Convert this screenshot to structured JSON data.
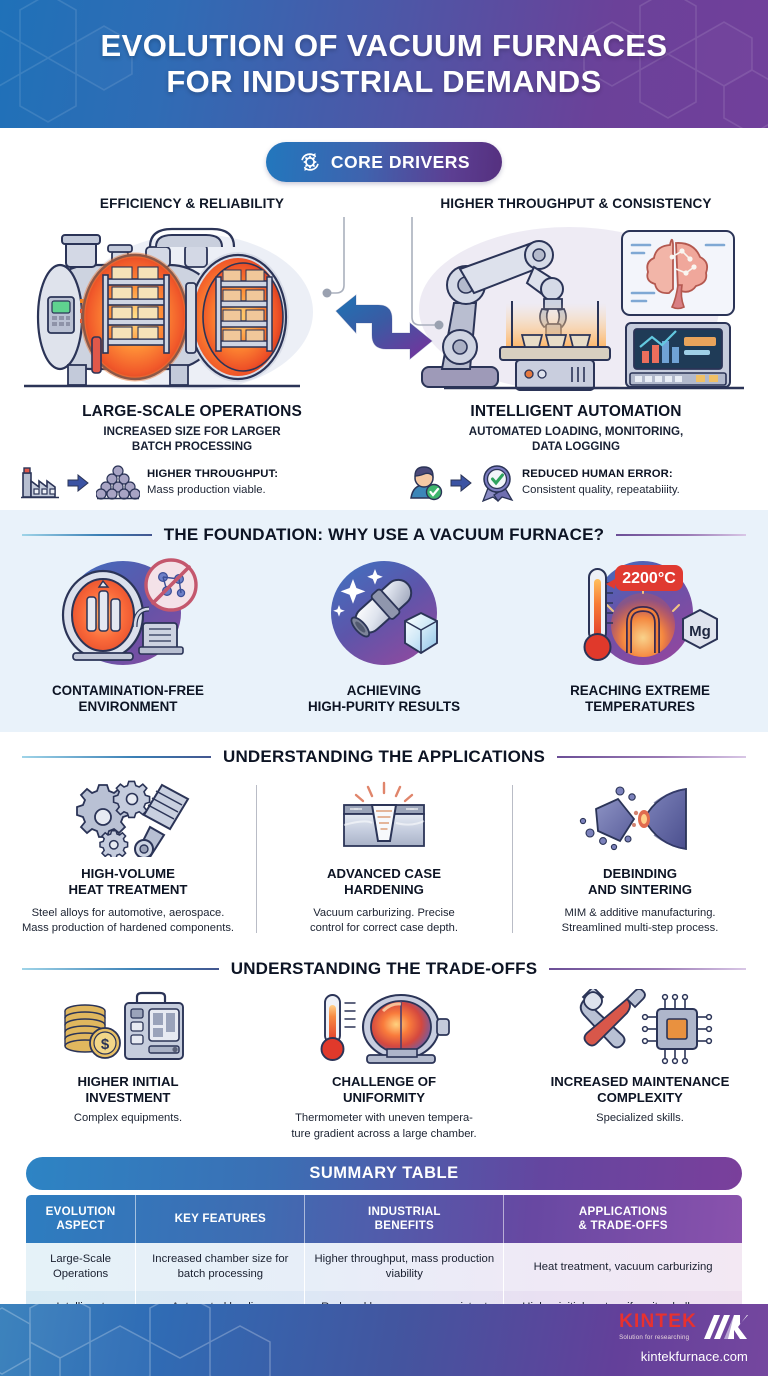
{
  "header": {
    "title_line1": "EVOLUTION OF VACUUM FURNACES",
    "title_line2": "FOR INDUSTRIAL DEMANDS",
    "gradient_start": "#1f71b8",
    "gradient_end": "#71409b"
  },
  "core_drivers": {
    "badge_label": "CORE DRIVERS",
    "badge_icon": "gear-refresh-icon",
    "columns": [
      {
        "heading": "EFFICIENCY & RELIABILITY",
        "illustration": "vacuum-furnace-illustration",
        "title": "LARGE-SCALE OPERATIONS",
        "subtitle_line1": "INCREASED SIZE FOR LARGER",
        "subtitle_line2": "BATCH PROCESSING",
        "bullet_icon_from": "factory-icon",
        "bullet_icon_to": "stacked-parts-icon",
        "bullet_title": "HIGHER THROUGHPUT:",
        "bullet_desc": "Mass production viable."
      },
      {
        "heading": "HIGHER THROUGHPUT & CONSISTENCY",
        "illustration": "robotic-automation-illustration",
        "title": "INTELLIGENT AUTOMATION",
        "subtitle_line1": "AUTOMATED LOADING, MONITORING,",
        "subtitle_line2": "DATA LOGGING",
        "bullet_icon_from": "operator-check-icon",
        "bullet_icon_to": "quality-ribbon-icon",
        "bullet_title": "REDUCED HUMAN ERROR:",
        "bullet_desc": "Consistent quality, repeatabiiity."
      }
    ]
  },
  "foundation": {
    "title": "THE FOUNDATION: WHY USE A VACUUM FURNACE?",
    "background": "#e9f2fa",
    "items": [
      {
        "icon": "contamination-free-chamber-icon",
        "caption_line1": "CONTAMINATION-FREE",
        "caption_line2": "ENVIRONMENT"
      },
      {
        "icon": "high-purity-crystal-icon",
        "caption_line1": "ACHIEVING",
        "caption_line2": "HIGH-PURITY RESULTS"
      },
      {
        "icon": "extreme-temperature-icon",
        "caption_line1": "REACHING EXTREME",
        "caption_line2": "TEMPERATURES",
        "temperature_badge": "2200°C",
        "element_badge": "Mg"
      }
    ]
  },
  "applications": {
    "title": "UNDERSTANDING THE APPLICATIONS",
    "items": [
      {
        "icon": "gears-piston-icon",
        "title_line1": "HIGH-VOLUME",
        "title_line2": "HEAT TREATMENT",
        "desc_line1": "Steel alloys for automotive, aerospace.",
        "desc_line2": "Mass production of hardened components."
      },
      {
        "icon": "case-hardening-icon",
        "title_line1": "ADVANCED CASE",
        "title_line2": "HARDENING",
        "desc_line1": "Vacuum carburizing. Precise",
        "desc_line2": "control for correct case depth."
      },
      {
        "icon": "debinding-sintering-icon",
        "title_line1": "DEBINDING",
        "title_line2": "AND SINTERING",
        "desc_line1": "MIM & additive manufacturing.",
        "desc_line2": "Streamlined multi-step process."
      }
    ]
  },
  "tradeoffs": {
    "title": "UNDERSTANDING THE TRADE-OFFS",
    "items": [
      {
        "icon": "coins-machine-icon",
        "title_line1": "HIGHER INITIAL",
        "title_line2": "INVESTMENT",
        "desc_line1": "Complex equipments.",
        "desc_line2": ""
      },
      {
        "icon": "thermometer-chamber-icon",
        "title_line1": "CHALLENGE OF",
        "title_line2": "UNIFORMITY",
        "desc_line1": "Thermometer with uneven tempera-",
        "desc_line2": "ture gradient across a large chamber."
      },
      {
        "icon": "wrench-chip-icon",
        "title_line1": "INCREASED MAINTENANCE",
        "title_line2": "COMPLEXITY",
        "desc_line1": "Specialized skills.",
        "desc_line2": ""
      }
    ]
  },
  "summary_table": {
    "banner": "SUMMARY TABLE",
    "headers": [
      "EVOLUTION ASPECT",
      "KEY FEATURES",
      "INDUSTRIAL\nBENEFITS",
      "APPLICATIONS\n& TRADE-OFFS"
    ],
    "header_cells": [
      {
        "line1": "EVOLUTION ASPECT",
        "line2": ""
      },
      {
        "line1": "KEY FEATURES",
        "line2": ""
      },
      {
        "line1": "INDUSTRIAL",
        "line2": "BENEFITS"
      },
      {
        "line1": "APPLICATIONS",
        "line2": "& TRADE-OFFS"
      }
    ],
    "rows": [
      {
        "aspect": "Large-Scale Operations",
        "features": "Increased chamber size for batch processing",
        "benefits": "Higher throughput, mass production viability",
        "applications": "Heat treatment, vacuum carburizing"
      },
      {
        "aspect": "Intelligent Automation",
        "features": "Automated loading. monitoring, data logging",
        "benefits": "Reduced human error, consistent quality, repeatability",
        "applications": "Higher initial cost, uniformity challenges, maintenance complexity"
      }
    ]
  },
  "footer": {
    "brand": "KINTEK",
    "tagline": "Solution for researching",
    "url": "kintekfurnace.com",
    "brand_color": "#e8312f"
  }
}
